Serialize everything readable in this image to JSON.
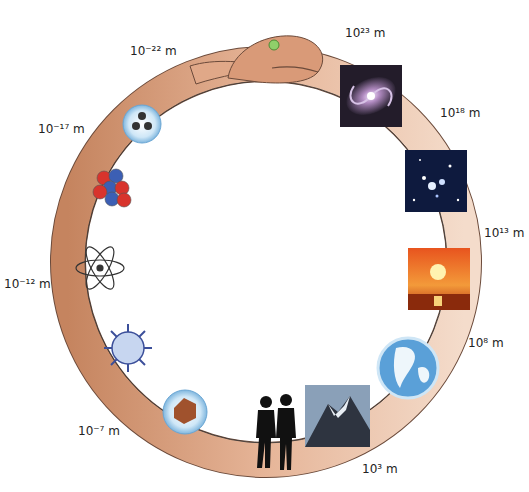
{
  "diagram": {
    "labels": [
      "10⁻²² m",
      "10²³ m",
      "10¹⁸ m",
      "10⁻¹⁷ m",
      "10¹³ m",
      "10⁻¹² m",
      "10⁸ m",
      "10⁻⁷ m",
      "10³ m"
    ]
  }
}
